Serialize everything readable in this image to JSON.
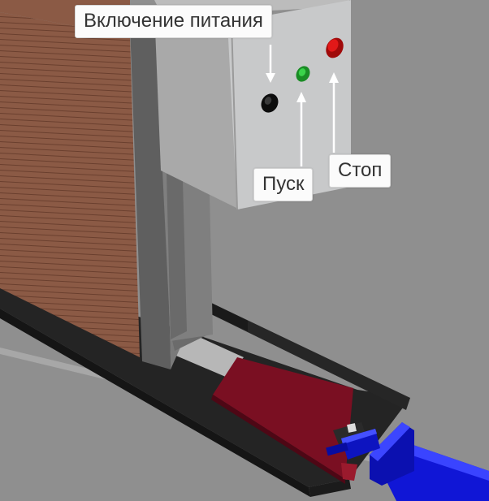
{
  "annotations": {
    "power_on": "Включение питания",
    "start": "Пуск",
    "stop": "Стоп"
  },
  "colors": {
    "background": "#8d8d8d",
    "wood_panel": "#8b5a45",
    "control_box": "#c8c9ca",
    "start_button": "#22b02f",
    "stop_button": "#d01010",
    "power_button": "#111111",
    "rail": "#232323",
    "plate": "#7a0f22",
    "cylinder": "#1016d6",
    "arrow": "#ffffff"
  },
  "icons": {
    "power_button": "power-on-button-icon",
    "start_button": "start-button-icon",
    "stop_button": "stop-button-icon"
  }
}
